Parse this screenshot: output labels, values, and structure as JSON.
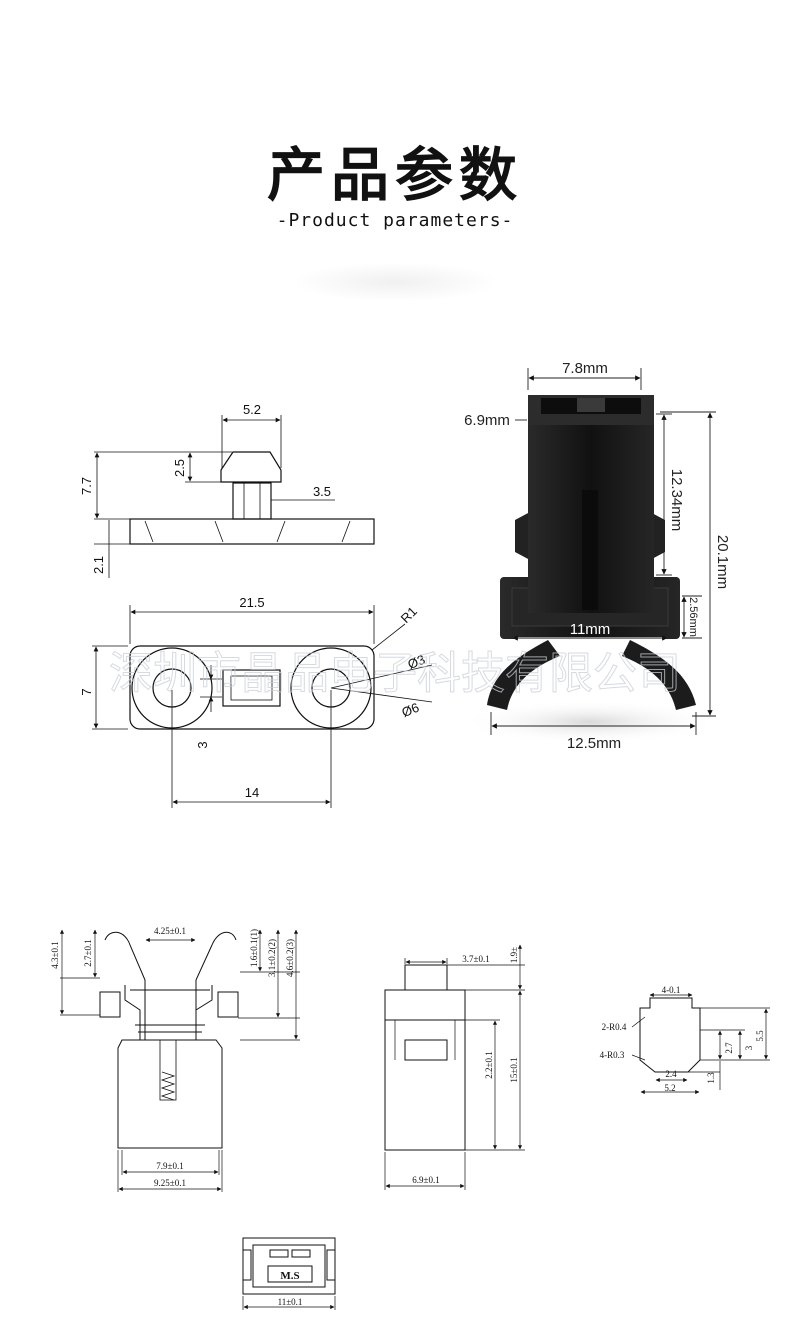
{
  "header": {
    "title": "产品参数",
    "subtitle": "-Product parameters-"
  },
  "watermark": "深圳市晶品电子科技有限公司",
  "drawing_top_left": {
    "side_view": {
      "d_5_2": "5.2",
      "d_2_5": "2.5",
      "d_7_7": "7.7",
      "d_3_5": "3.5",
      "d_2_1": "2.1"
    },
    "top_view": {
      "d_21_5": "21.5",
      "d_7": "7",
      "d_r1": "R1",
      "d_phi3": "Ø3",
      "d_phi6": "Ø6",
      "d_3": "3",
      "d_14": "14"
    }
  },
  "photo": {
    "w_top": "7.8mm",
    "w_side": "6.9mm",
    "h_body": "12.34mm",
    "h_total": "20.1mm",
    "h_flange": "2.56mm",
    "w_flange": "11mm",
    "w_legs": "12.5mm"
  },
  "drawing_bottom": {
    "front": {
      "a": "4.25±0.1",
      "b": "4.3±0.1",
      "c": "2.7±0.1",
      "d": "1.6±0.1(1)",
      "e": "3.1±0.2(2)",
      "f": "4.6±0.2(3)",
      "g": "7.9±0.1",
      "h": "9.25±0.1"
    },
    "side": {
      "a": "3.7±0.1",
      "b": "1.9±",
      "c": "2.2±0.1",
      "d": "15±0.1",
      "e": "6.9±0.1"
    },
    "profile": {
      "a": "4-0.1",
      "b": "2-R0.4",
      "c": "4-R0.3",
      "d": "2.7",
      "e": "3",
      "f": "5.5",
      "g": "2.4",
      "h": "5.2",
      "i": "1.3"
    },
    "bottom": {
      "a": "11±0.1",
      "mark": "M.S"
    }
  },
  "colors": {
    "ink": "#111111",
    "part": "#1a1a1a",
    "watermark": "#c9ced8"
  }
}
